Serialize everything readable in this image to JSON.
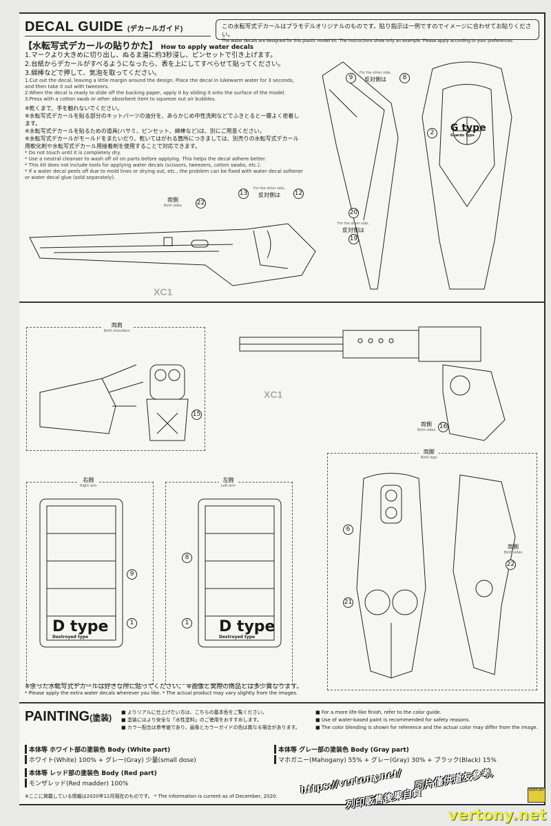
{
  "header": {
    "title": "DECAL GUIDE",
    "title_jp": "(デカールガイド)"
  },
  "how_to": {
    "heading_jp": "【水転写式デカールの貼りかた】",
    "heading_en": "How to apply water decals",
    "steps_jp": [
      "1.マークより大きめに切り出し、ぬるま湯に約3秒浸し、ピンセットで引き上げます。",
      "2.台紙からデカールがすべるようになったら、表を上にしてすべらせて貼ってください。",
      "3.綿棒などで押して、気泡を取ってください。"
    ],
    "steps_en": [
      "1.Cut out the decal, leaving a little margin around the design. Place the decal in lukewarm water for 3 seconds, and then take it out with tweezers.",
      "2.When the decal is ready to slide off the backing paper, apply it by sliding it onto the surface of the model.",
      "3.Press with a cotton swab or other absorbent item to squeeze out air bubbles."
    ],
    "notes_jp": [
      "※乾くまで、手を触れないでください。",
      "※水転写式デカールを貼る部分のキットパーツの油分を、あらかじめ中性洗剤などでふきとると一層よく密着します。",
      "※水転写式デカールを貼るための道具(ハサミ、ピンセット、綿棒など)は、別にご用意ください。",
      "※水転写式デカールがモールドをまたいだり、乾いてはがれる箇所につきましては、別売りの水転写式デカール用軟化剤や水転写式デカール用接着剤を使用することで対応できます。"
    ],
    "notes_en": [
      "* Do not touch until it is completely dry.",
      "* Use a neutral cleanser to wash off oil on parts before applying. This helps the decal adhere better.",
      "* This kit does not include tools for applying water decals (scissors, tweezers, cotton swabs, etc.).",
      "* If a water decal peels off due to mold lines or drying out, etc., the problem can be fixed with water decal softener or water decal glue (sold separately)."
    ]
  },
  "notice": {
    "jp": "この水転写式デカールはプラモデルオリジナルのものです。貼り指示は一例ですのでイメージに合わせてお貼りください。",
    "en": "The water decals are designed for this plastic model kit. The instructions show only an example. Please apply according to your preferences."
  },
  "labels": {
    "both_sides_jp": "両側",
    "both_sides_en": "Both sides",
    "other_side_jp": "反対側は",
    "other_side_en": "For the other side,",
    "both_shoulders_jp": "両肩",
    "both_shoulders_en": "Both shoulders",
    "right_arm_jp": "右腕",
    "right_arm_en": "Right arm",
    "left_arm_jp": "左腕",
    "left_arm_en": "Left arm",
    "both_legs_jp": "両脚",
    "both_legs_en": "Both legs",
    "gtype": "G type",
    "gtype_sub": "Guards Type",
    "dtype": "D type",
    "dtype_sub": "Destroyed type",
    "xc": "XC1"
  },
  "callouts": {
    "c1": "1",
    "c2": "2",
    "c6": "6",
    "c8": "8",
    "c9": "9",
    "c12": "12",
    "c13": "13",
    "c15": "15",
    "c16": "16",
    "c19": "19",
    "c20": "20",
    "c21": "21",
    "c22": "22"
  },
  "footer_notes": {
    "jp": "※余った水転写式デカールは好きな所に貼ってください。 ※画像と実際の商品とは多少異なります。",
    "en": "* Please apply the extra water decals wherever you like.    * The actual product may vary slightly from the images."
  },
  "painting": {
    "title": "PAINTING",
    "title_jp": "(塗装)",
    "bullets_jp": [
      "よりリアルに仕上げたい方は、こちらの基本色をご覧ください。",
      "塗装にはより安全な「水性塗料」のご使用をおすすめします。",
      "カラー配合は参考値であり、画像とカラーガイドの色は異なる場合があります。"
    ],
    "bullets_en": [
      "For a more life-like finish, refer to the color guide.",
      "Use of water-based paint is recommended for safety reasons.",
      "The color blending is shown for reference and the actual color may differ from the image."
    ],
    "white": {
      "heading": "本体等 ホワイト部の塗装色 Body (White part)",
      "value": "ホワイト(White) 100% + グレー(Gray) 少量(small dose)"
    },
    "red": {
      "heading": "本体等 レッド部の塗装色 Body (Red part)",
      "value": "モンザレッド(Red madder) 100%"
    },
    "gray": {
      "heading": "本体等 グレー部の塗装色 Body (Gray part)",
      "value": "マホガニー(Mahogany) 55% + グレー(Gray) 30% + ブラック(Black) 15%"
    },
    "info": "※ここに掲載している情報は2020年12月現在のものです。 * The information is current as of December, 2020."
  },
  "watermark": {
    "url": "https://vertony.net/",
    "line1": "同片僅供道友參考,",
    "line2": "列印販售後果自負",
    "logo": "vertony.net",
    "badge": "VERTONY"
  }
}
